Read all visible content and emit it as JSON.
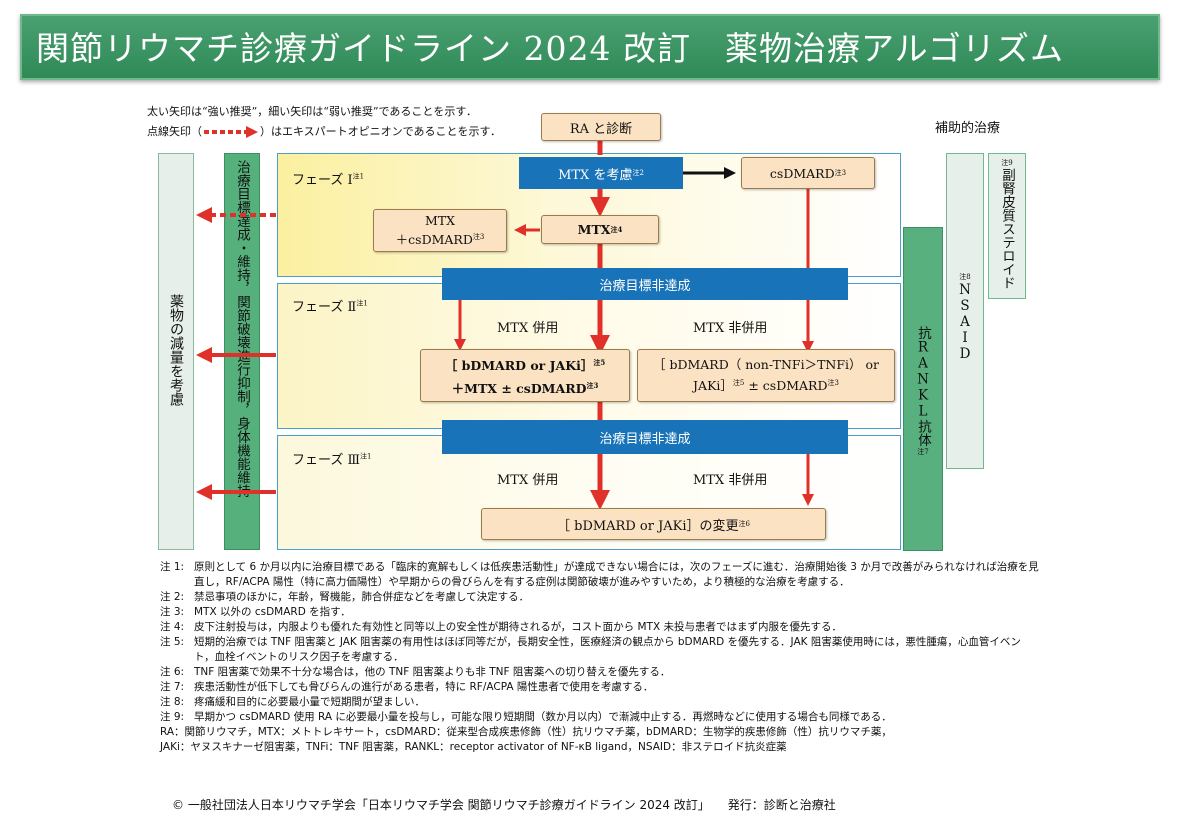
{
  "header": {
    "title": "関節リウマチ診療ガイドライン 2024 改訂　薬物治療アルゴリズム"
  },
  "legend": {
    "line1": "太い矢印は“強い推奨”，細い矢印は“弱い推奨”であることを示す．",
    "line2_pre": "点線矢印（",
    "line2_post": "）はエキスパートオピニオンであることを示す．"
  },
  "start_box": "RA と診断",
  "aux_title": "補助的治療",
  "left_cols": {
    "reduce": "薬物の減量を考慮",
    "target": "治療目標達成・維持，関節破壊進行抑制，身体機能維持"
  },
  "phases": {
    "p1": "フェーズ Ⅰ",
    "p2": "フェーズ Ⅱ",
    "p3": "フェーズ Ⅲ",
    "note": "注1"
  },
  "boxes": {
    "mtx_consider": "MTX を考慮",
    "mtx_consider_note": "注2",
    "csdmard": "csDMARD",
    "csdmard_note": "注3",
    "mtx_cs_1": "MTX",
    "mtx_cs_2": "＋csDMARD",
    "mtx_cs_note": "注3",
    "mtx": "MTX",
    "mtx_note": "注4",
    "unmet": "治療目標非達成",
    "mtx_use": "MTX 併用",
    "mtx_nonuse": "MTX 非併用",
    "b_left_1": "［ bDMARD or JAKi］",
    "b_left_1_note": "注5",
    "b_left_2": "＋MTX ± csDMARD",
    "b_left_2_note": "注3",
    "b_right_1": "［ bDMARD（ non-TNFi＞TNFi） or",
    "b_right_2": "JAKi］",
    "b_right_2_note": "注5",
    "b_right_3": " ± csDMARD",
    "b_right_3_note": "注3",
    "change": "［ bDMARD or JAKi］の変更",
    "change_note": "注6"
  },
  "aux": {
    "rankl": "抗RANKL抗体",
    "rankl_note": "注7",
    "nsaid": "NSAID",
    "nsaid_note": "注8",
    "steroid": "副腎皮質ステロイド",
    "steroid_note": "注9"
  },
  "notes": [
    {
      "label": "注 1:",
      "text": "原則として 6 か月以内に治療目標である「臨床的寛解もしくは低疾患活動性」が達成できない場合には，次のフェーズに進む．治療開始後 3 か月で改善がみられなければ治療を見直し，RF/ACPA 陽性（特に高力価陽性）や早期からの骨びらんを有する症例は関節破壊が進みやすいため，より積極的な治療を考慮する．"
    },
    {
      "label": "注 2:",
      "text": "禁忌事項のほかに，年齢，腎機能，肺合併症などを考慮して決定する．"
    },
    {
      "label": "注 3:",
      "text": "MTX 以外の csDMARD を指す．"
    },
    {
      "label": "注 4:",
      "text": "皮下注射投与は，内服よりも優れた有効性と同等以上の安全性が期待されるが，コスト面から MTX 未投与患者ではまず内服を優先する．"
    },
    {
      "label": "注 5:",
      "text": "短期的治療では TNF 阻害薬と JAK 阻害薬の有用性はほぼ同等だが，長期安全性，医療経済の観点から bDMARD を優先する．JAK 阻害薬使用時には，悪性腫瘍，心血管イベント，血栓イベントのリスク因子を考慮する．"
    },
    {
      "label": "注 6:",
      "text": "TNF 阻害薬で効果不十分な場合は，他の TNF 阻害薬よりも非 TNF 阻害薬への切り替えを優先する．"
    },
    {
      "label": "注 7:",
      "text": "疾患活動性が低下しても骨びらんの進行がある患者，特に RF/ACPA 陽性患者で使用を考慮する．"
    },
    {
      "label": "注 8:",
      "text": "疼痛緩和目的に必要最小量で短期間が望ましい．"
    },
    {
      "label": "注 9:",
      "text": "早期かつ csDMARD 使用 RA に必要最小量を投与し，可能な限り短期間（数か月以内）で漸減中止する．再燃時などに使用する場合も同様である．"
    }
  ],
  "abbrev1": "RA：関節リウマチ，MTX：メトトレキサート，csDMARD：従来型合成疾患修飾（性）抗リウマチ薬，bDMARD：生物学的疾患修飾（性）抗リウマチ薬，",
  "abbrev2": "JAKi：ヤヌスキナーゼ阻害薬，TNFi：TNF 阻害薬，RANKL：receptor activator of NF-κB ligand，NSAID：非ステロイド抗炎症薬",
  "footer": "© 一般社団法人日本リウマチ学会「日本リウマチ学会 関節リウマチ診療ガイドライン 2024 改訂」　　発行：診断と治療社",
  "colors": {
    "header": "#3a9563",
    "blue": "#1873b8",
    "arrow": "#e0302a",
    "box": "#fbe2c2"
  }
}
